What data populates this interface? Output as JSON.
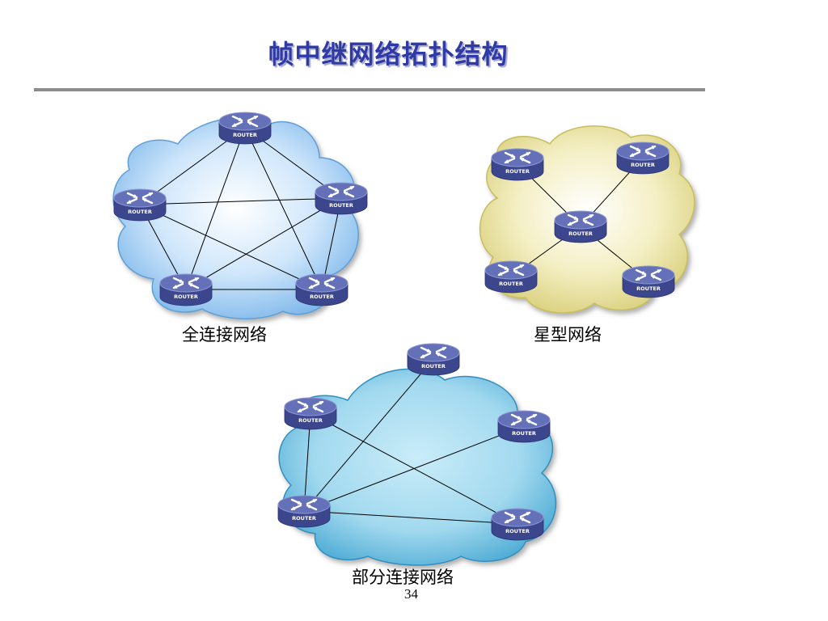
{
  "slide": {
    "title": "帧中继网络拓扑结构",
    "page_number": "34"
  },
  "colors": {
    "title": "#2f3aa6",
    "rule": "#8c8c8c",
    "router_top": "#6470b8",
    "router_side": "#3c468c",
    "cloud_full_mesh": "#bcdcf7",
    "cloud_star": "#f0eab0",
    "cloud_partial_mesh": "#9fd6ec"
  },
  "router_label": "ROUTER",
  "diagrams": [
    {
      "id": "full-mesh",
      "caption": "全连接网络",
      "cloud_color": "#bcdcf7",
      "routers": [
        "r1",
        "r2",
        "r3",
        "r4",
        "r5"
      ],
      "links": [
        [
          "r1",
          "r2"
        ],
        [
          "r1",
          "r3"
        ],
        [
          "r1",
          "r4"
        ],
        [
          "r1",
          "r5"
        ],
        [
          "r2",
          "r3"
        ],
        [
          "r2",
          "r4"
        ],
        [
          "r2",
          "r5"
        ],
        [
          "r3",
          "r4"
        ],
        [
          "r3",
          "r5"
        ],
        [
          "r4",
          "r5"
        ]
      ]
    },
    {
      "id": "star",
      "caption": "星型网络",
      "cloud_color": "#f0eab0",
      "routers": [
        "hub",
        "s1",
        "s2",
        "s3",
        "s4"
      ],
      "links": [
        [
          "hub",
          "s1"
        ],
        [
          "hub",
          "s2"
        ],
        [
          "hub",
          "s3"
        ],
        [
          "hub",
          "s4"
        ]
      ]
    },
    {
      "id": "partial-mesh",
      "caption": "部分连接网络",
      "cloud_color": "#9fd6ec",
      "routers": [
        "p1",
        "p2",
        "p3",
        "p4",
        "p5"
      ],
      "links": [
        [
          "p1",
          "p4"
        ],
        [
          "p2",
          "p4"
        ],
        [
          "p2",
          "p5"
        ],
        [
          "p3",
          "p4"
        ],
        [
          "p4",
          "p5"
        ]
      ]
    }
  ]
}
